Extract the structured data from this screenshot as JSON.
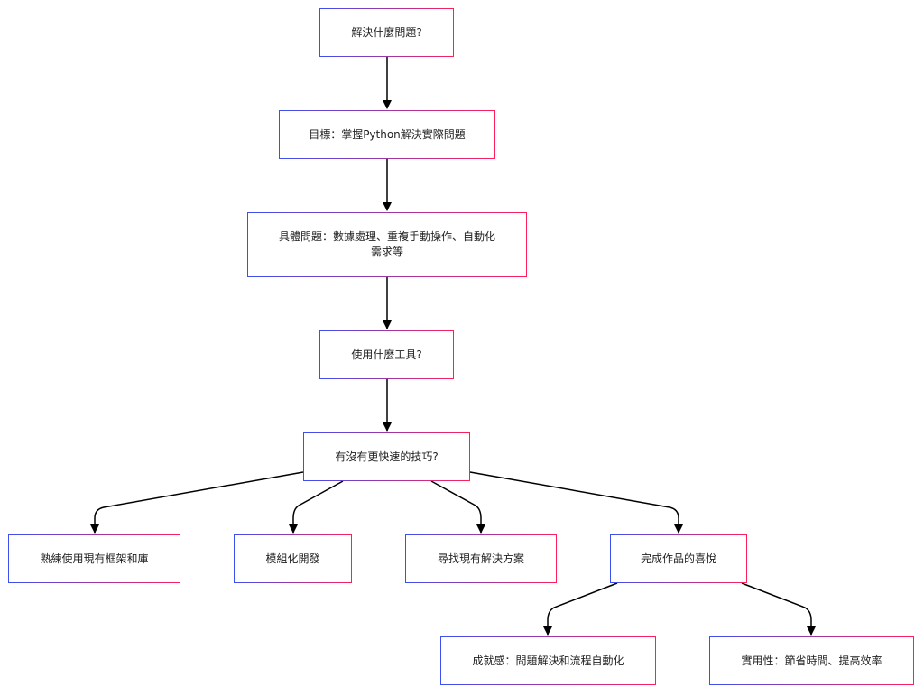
{
  "diagram": {
    "nodes": [
      {
        "id": "n1",
        "label": "解決什麼問題?"
      },
      {
        "id": "n2",
        "label": "目標：掌握Python解決實際問題"
      },
      {
        "id": "n3",
        "label": "具體問題：數據處理、重複手動操作、自動化需求等"
      },
      {
        "id": "n4",
        "label": "使用什麼工具?"
      },
      {
        "id": "n5",
        "label": "有沒有更快速的技巧?"
      },
      {
        "id": "n6",
        "label": "熟練使用現有框架和庫"
      },
      {
        "id": "n7",
        "label": "模組化開發"
      },
      {
        "id": "n8",
        "label": "尋找現有解決方案"
      },
      {
        "id": "n9",
        "label": "完成作品的喜悅"
      },
      {
        "id": "n10",
        "label": "成就感：問題解決和流程自動化"
      },
      {
        "id": "n11",
        "label": "實用性：節省時間、提高效率"
      }
    ],
    "edges": [
      [
        "n1",
        "n2"
      ],
      [
        "n2",
        "n3"
      ],
      [
        "n3",
        "n4"
      ],
      [
        "n4",
        "n5"
      ],
      [
        "n5",
        "n6"
      ],
      [
        "n5",
        "n7"
      ],
      [
        "n5",
        "n8"
      ],
      [
        "n5",
        "n9"
      ],
      [
        "n9",
        "n10"
      ],
      [
        "n9",
        "n11"
      ]
    ],
    "colors": {
      "border_start": "#3b4ff0",
      "border_end": "#ff1f5a",
      "edge": "#000000"
    }
  }
}
